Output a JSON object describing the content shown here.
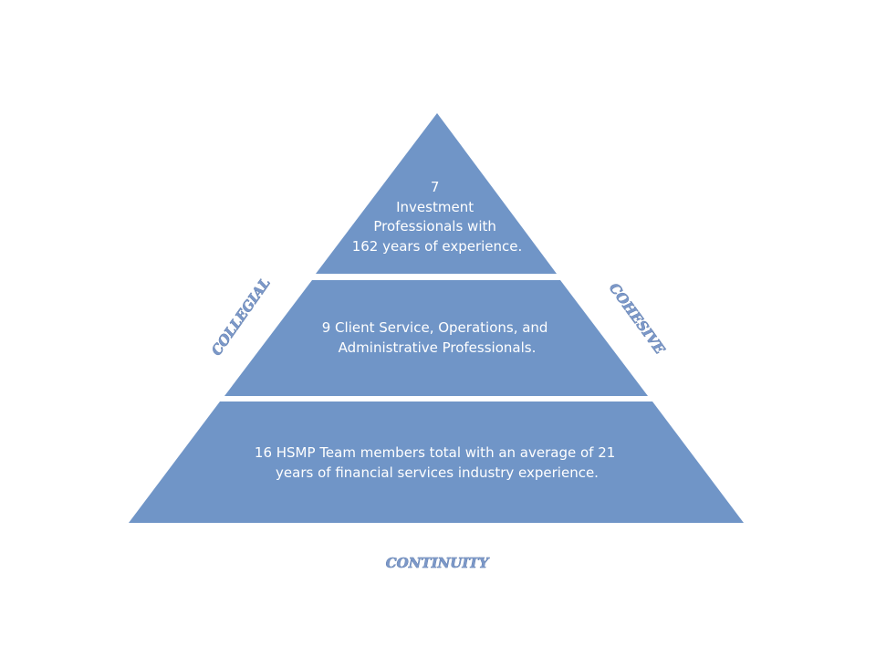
{
  "tiers": [
    {
      "lines": [
        "7",
        "Investment",
        "Professionals with",
        "162 years of experience."
      ]
    },
    {
      "lines": [
        "9 Client Service, Operations, and",
        "Administrative  Professionals."
      ]
    },
    {
      "lines": [
        "16 HSMP Team members total with an average of 21",
        "years of financial  services industry experience."
      ]
    }
  ],
  "labels": {
    "left": "COLLEGIAL",
    "right": "COHESIVE",
    "bottom": "CONTINUITY"
  },
  "colors": {
    "tier_fill": "#7095c7",
    "label_fill": "#7c98c8"
  }
}
